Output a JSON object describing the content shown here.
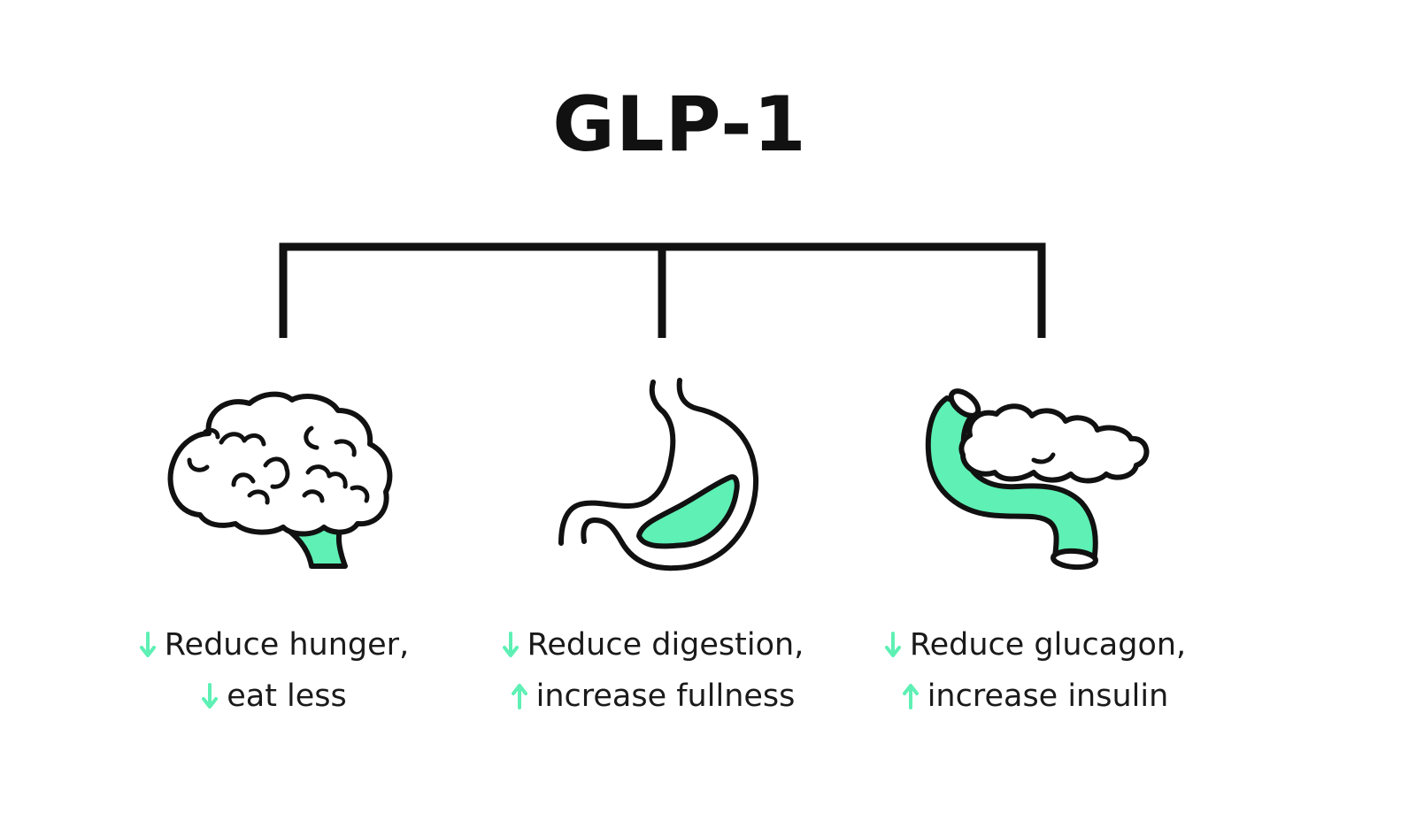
{
  "title": "GLP-1",
  "colors": {
    "accent": "#5ef0b4",
    "ink": "#111111"
  },
  "organs": [
    {
      "name": "brain",
      "icon": "brain-icon",
      "lines": [
        {
          "direction": "down",
          "text": "Reduce hunger,"
        },
        {
          "direction": "down",
          "text": "eat less"
        }
      ]
    },
    {
      "name": "stomach",
      "icon": "stomach-icon",
      "lines": [
        {
          "direction": "down",
          "text": "Reduce digestion,"
        },
        {
          "direction": "up",
          "text": "increase fullness"
        }
      ]
    },
    {
      "name": "pancreas",
      "icon": "pancreas-icon",
      "lines": [
        {
          "direction": "down",
          "text": "Reduce glucagon,"
        },
        {
          "direction": "up",
          "text": "increase insulin"
        }
      ]
    }
  ]
}
